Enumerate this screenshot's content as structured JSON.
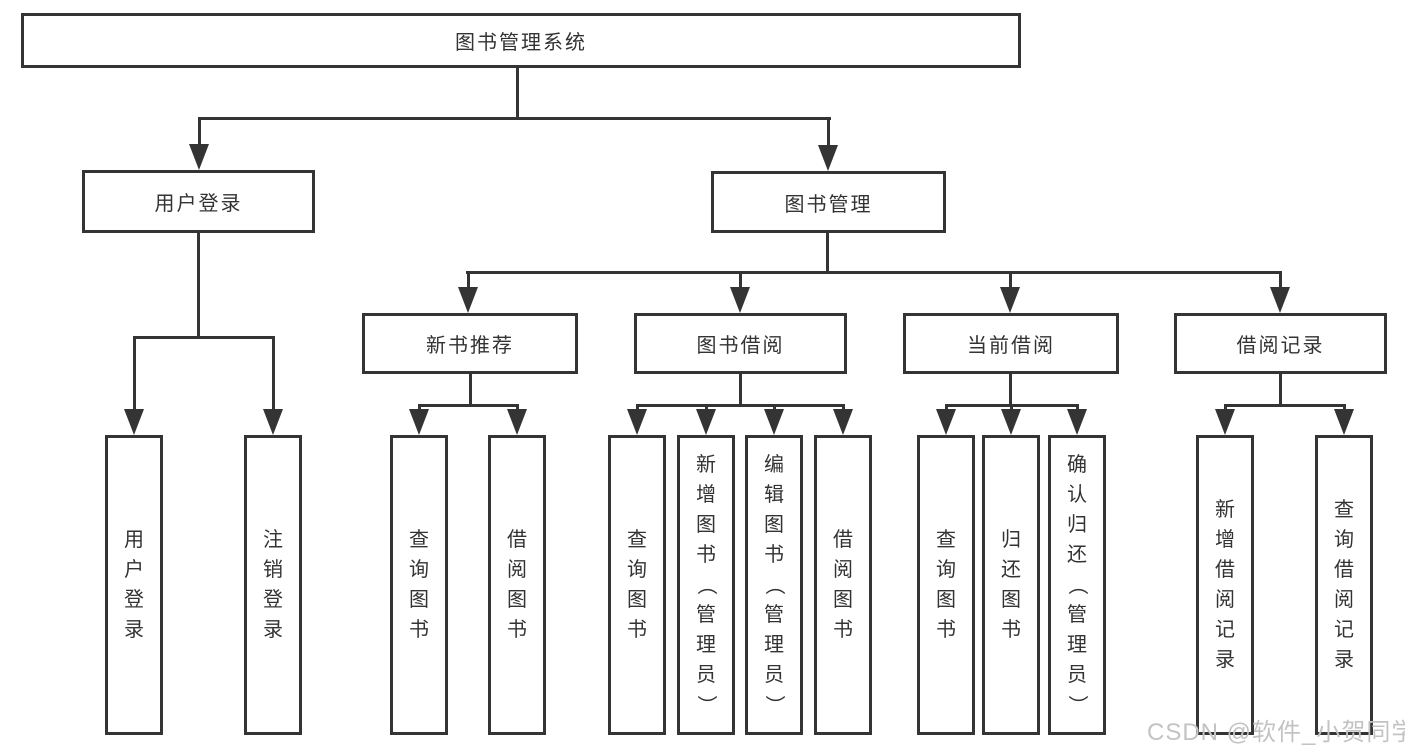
{
  "diagram": {
    "root": {
      "label": "图书管理系统"
    },
    "branches": [
      {
        "label": "用户登录",
        "children": [
          "用户登录",
          "注销登录"
        ]
      },
      {
        "label": "图书管理",
        "children": [
          {
            "label": "新书推荐",
            "children": [
              "查询图书",
              "借阅图书"
            ]
          },
          {
            "label": "图书借阅",
            "children": [
              "查询图书",
              "新增图书（管理员）",
              "编辑图书（管理员）",
              "借阅图书"
            ]
          },
          {
            "label": "当前借阅",
            "children": [
              "查询图书",
              "归还图书",
              "确认归还（管理员）"
            ]
          },
          {
            "label": "借阅记录",
            "children": [
              "新增借阅记录",
              "查询借阅记录"
            ]
          }
        ]
      }
    ],
    "watermark": "CSDN @软件_小贺同学",
    "colors": {
      "line": "#343434",
      "text": "#333333",
      "background": "#ffffff",
      "watermark": "#c3c3c3"
    }
  }
}
